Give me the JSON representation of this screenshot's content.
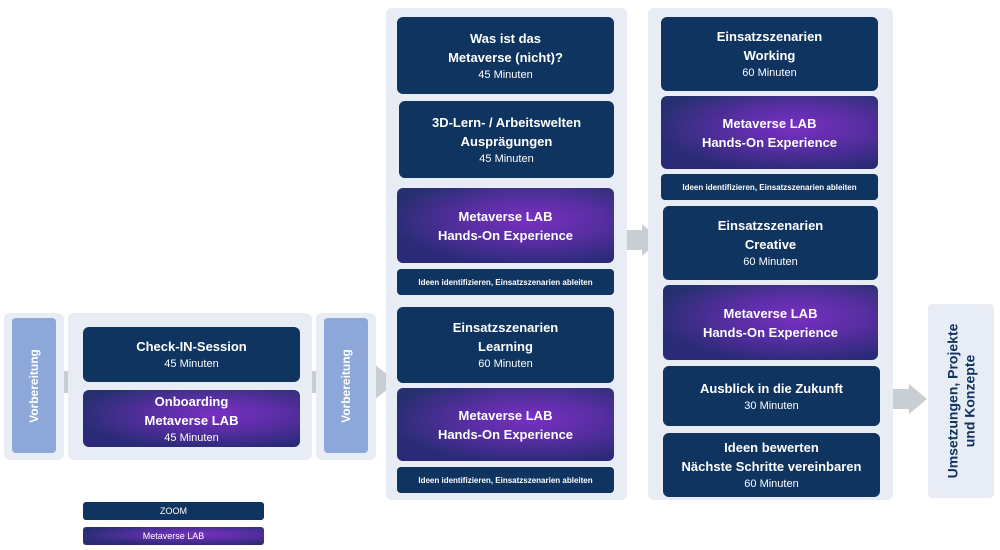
{
  "left": {
    "prep_label": "Vorbereitung",
    "checkin": {
      "title": "Check-IN-Session",
      "duration": "45 Minuten"
    },
    "onboarding": {
      "title_line1": "Onboarding",
      "title_line2": "Metaverse LAB",
      "duration": "45 Minuten"
    },
    "prep2_label": "Vorbereitung"
  },
  "col3": {
    "item1": {
      "title_line1": "Was ist das",
      "title_line2": "Metaverse (nicht)?",
      "duration": "45 Minuten"
    },
    "item2": {
      "title_line1": "3D-Lern- / Arbeitswelten",
      "title_line2": "Ausprägungen",
      "duration": "45 Minuten"
    },
    "lab1": {
      "title_line1": "Metaverse LAB",
      "title_line2": "Hands-On Experience"
    },
    "note1": "Ideen identifizieren, Einsatzszenarien ableiten",
    "item3": {
      "title_line1": "Einsatzszenarien",
      "title_line2": "Learning",
      "duration": "60 Minuten"
    },
    "lab2": {
      "title_line1": "Metaverse LAB",
      "title_line2": "Hands-On Experience"
    },
    "note2": "Ideen identifizieren, Einsatzszenarien ableiten"
  },
  "col4": {
    "item1": {
      "title_line1": "Einsatzszenarien",
      "title_line2": "Working",
      "duration": "60 Minuten"
    },
    "lab1": {
      "title_line1": "Metaverse LAB",
      "title_line2": "Hands-On Experience"
    },
    "note1": "Ideen identifizieren, Einsatzszenarien ableiten",
    "item2": {
      "title_line1": "Einsatzszenarien",
      "title_line2": "Creative",
      "duration": "60 Minuten"
    },
    "lab2": {
      "title_line1": "Metaverse LAB",
      "title_line2": "Hands-On Experience"
    },
    "item3": {
      "title": "Ausblick in die Zukunft",
      "duration": "30 Minuten"
    },
    "item4": {
      "title_line1": "Ideen bewerten",
      "title_line2": "Nächste Schritte vereinbaren",
      "duration": "60 Minuten"
    }
  },
  "outcome": {
    "line1": "Umsetzungen, Projekte",
    "line2": "und Konzepte"
  },
  "legend": {
    "zoom": "ZOOM",
    "lab": "Metaverse LAB"
  },
  "colors": {
    "navy": "#0f3460",
    "purple": "#7a2fc4",
    "prep_blue": "#8ea7d9",
    "panel": "#e8ecf4",
    "arrow": "#c9cdd4"
  }
}
